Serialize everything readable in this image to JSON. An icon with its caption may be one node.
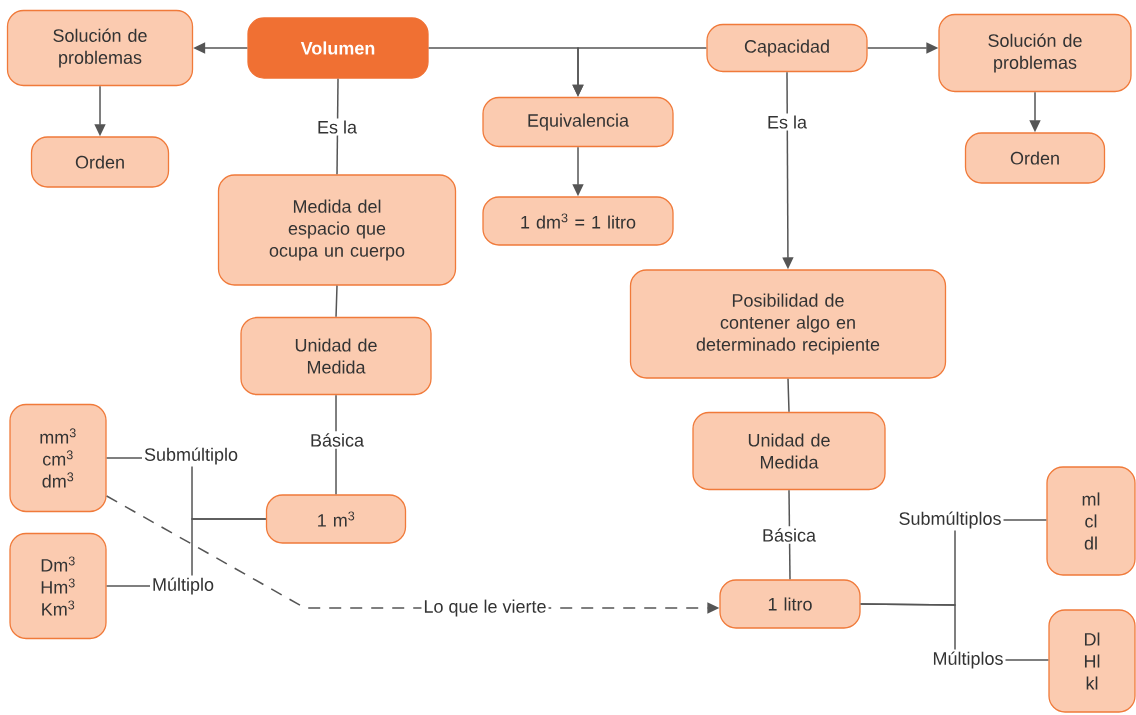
{
  "diagram": {
    "nodes": [
      {
        "text": [
          "Solución de problemas"
        ]
      },
      {
        "text": [
          "Volumen"
        ]
      },
      {
        "text": [
          "Capacidad"
        ]
      },
      {
        "text": [
          "Solución de problemas"
        ]
      },
      {
        "text": [
          "Orden"
        ]
      },
      {
        "text": [
          "Equivalencia"
        ]
      },
      {
        "text": [
          "Orden"
        ]
      },
      {
        "text": [
          "Medida del espacio que ocupa un cuerpo"
        ]
      },
      {
        "text": [
          "1 dm$^{3}$ = 1 litro"
        ]
      },
      {
        "text": [
          "Posibilidad de contener algo en determinado recipiente"
        ]
      },
      {
        "text": [
          "Unidad de Medida"
        ]
      },
      {
        "text": [
          "mm$^{3}$ cm$^{3}$ dm$^{3}$"
        ]
      },
      {
        "text": [
          "Unidad de Medida"
        ]
      },
      {
        "text": [
          "1 m$^{3}$"
        ]
      },
      {
        "text": [
          "Dm$^{3}$ Hm$^{3}$ Km$^{3}$"
        ]
      },
      {
        "text": [
          "ml cl dl"
        ]
      },
      {
        "text": [
          "1 litro"
        ]
      },
      {
        "text": [
          "Dl Hl kl"
        ]
      }
    ],
    "edges": [
      {
        "from": 1,
        "to": 0,
        "arrow": "to"
      },
      {
        "from": 0,
        "to": 4,
        "arrow": "to"
      },
      {
        "from": 1,
        "to": 5,
        "arrow": "to"
      },
      {
        "from": 2,
        "to": 5,
        "arrow": "to"
      },
      {
        "from": 2,
        "to": 3,
        "arrow": "to"
      },
      {
        "from": 3,
        "to": 6,
        "arrow": "to"
      },
      {
        "from": 5,
        "to": 8,
        "arrow": "to"
      },
      {
        "from": 1,
        "to": 7,
        "arrow": "none",
        "label": "Es la"
      },
      {
        "from": 2,
        "to": 9,
        "arrow": "to",
        "label": "Es la"
      },
      {
        "from": 7,
        "to": 10,
        "arrow": "none"
      },
      {
        "from": 9,
        "to": 12,
        "arrow": "none"
      },
      {
        "from": 10,
        "to": 13,
        "arrow": "none",
        "label": "Básica"
      },
      {
        "from": 12,
        "to": 16,
        "arrow": "none",
        "label": "Básica"
      },
      {
        "from": 13,
        "to": 11,
        "arrow": "none",
        "label": "Submúltiplo"
      },
      {
        "from": 13,
        "to": 14,
        "arrow": "none",
        "label": "Múltiplo"
      },
      {
        "from": 11,
        "to": 16,
        "arrow": "to",
        "label": "Lo que le vierte",
        "style": "dashed"
      },
      {
        "from": 16,
        "to": 15,
        "arrow": "none",
        "label": "Submúltiplos"
      },
      {
        "from": 16,
        "to": 17,
        "arrow": "none",
        "label": "Múltiplos"
      }
    ]
  }
}
